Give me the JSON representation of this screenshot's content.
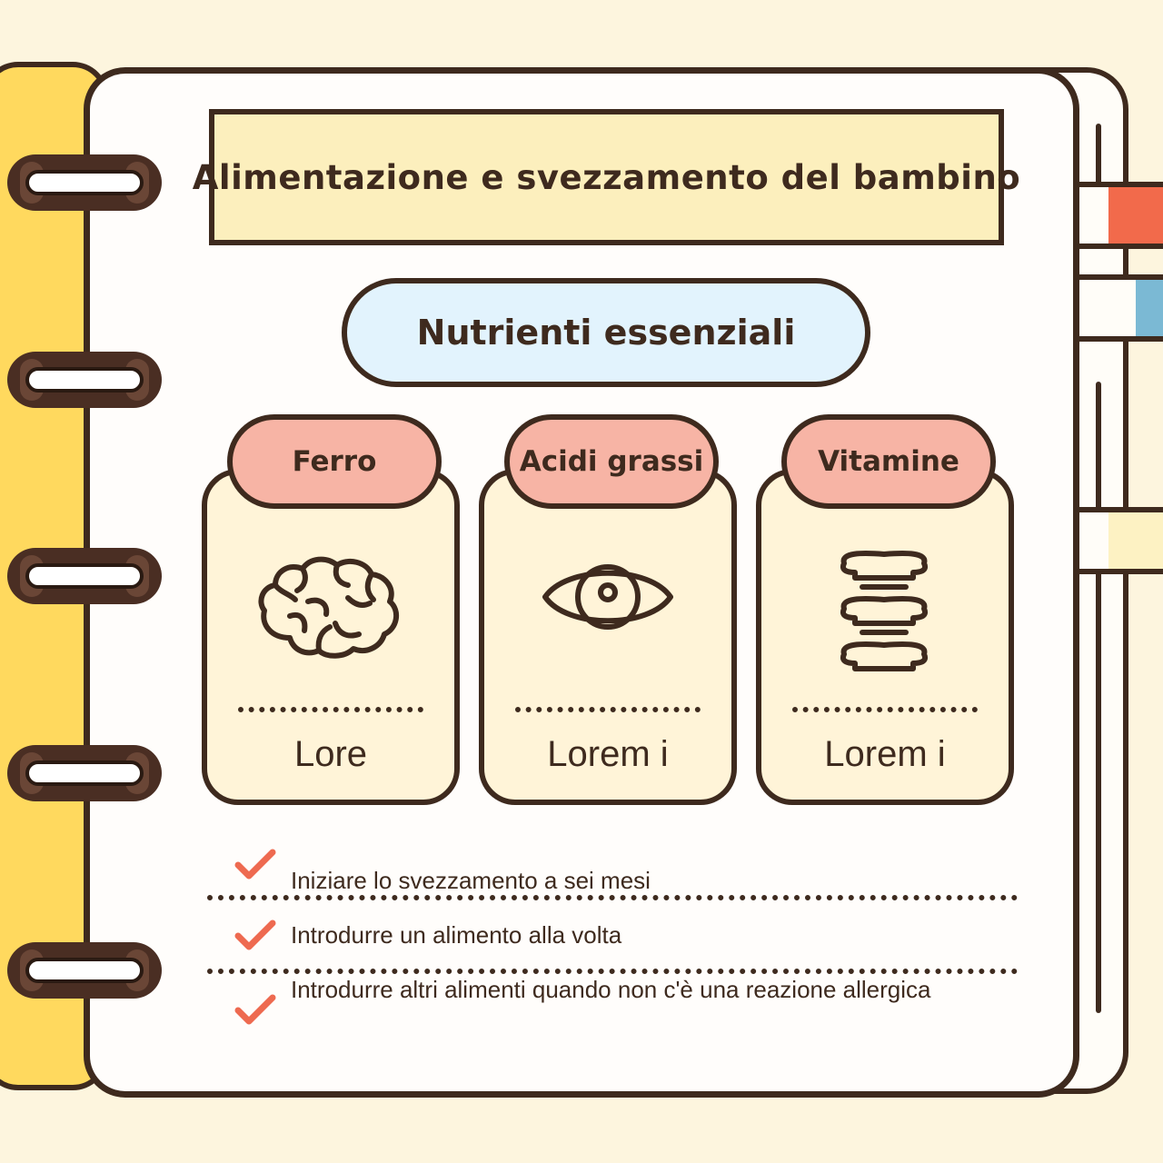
{
  "title": "Alimentazione e svezzamento del bambino",
  "subtitle": "Nutrienti essenziali",
  "cards": [
    {
      "heading": "Ferro",
      "icon": "brain-icon",
      "text": "Lore"
    },
    {
      "heading": "Acidi grassi",
      "icon": "eye-icon",
      "text": "Lorem i"
    },
    {
      "heading": "Vitamine",
      "icon": "spine-icon",
      "text": "Lorem i"
    }
  ],
  "checklist": [
    "Iniziare lo svezzamento a sei mesi",
    "Introdurre un alimento alla volta",
    "Introdurre altri alimenti quando non c'è una reazione allergica"
  ],
  "colors": {
    "background": "#fdf5de",
    "outline": "#3e2a1e",
    "cover": "#ffd95e",
    "title_box": "#fcefbd",
    "subtitle_pill": "#e2f3fd",
    "card": "#fff4d8",
    "card_tab": "#f7b4a5",
    "check": "#ee6a50",
    "tab_red": "#f26a4b",
    "tab_blue": "#7bb9d4",
    "tab_yellow": "#fdf2c3"
  }
}
